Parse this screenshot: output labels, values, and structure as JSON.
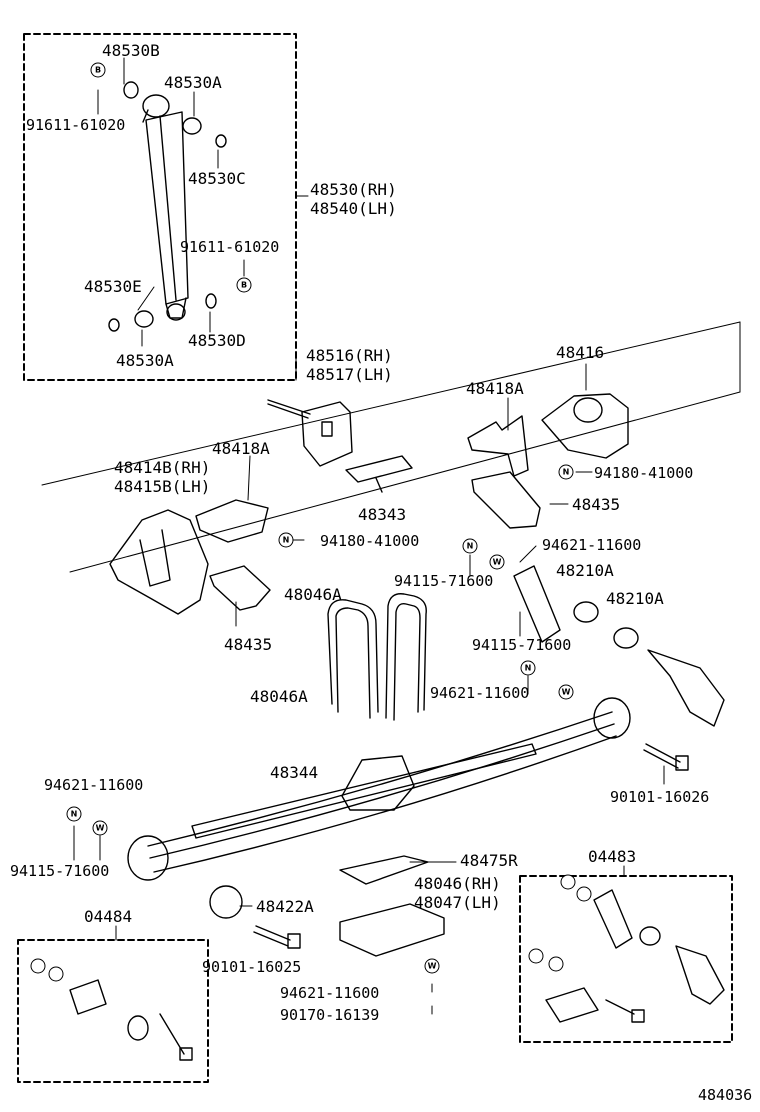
{
  "diagram_id": "484036",
  "symbols": {
    "bolt": "B",
    "nut": "N",
    "washer": "W"
  },
  "labels": {
    "p48530B": "48530B",
    "p48530A_top": "48530A",
    "p91611_left": "91611-61020",
    "p48530C": "48530C",
    "p48530_rh": "48530(RH)",
    "p48540_lh": "48540(LH)",
    "p91611_right": "91611-61020",
    "p48530E": "48530E",
    "p48530D": "48530D",
    "p48530A_bottom": "48530A",
    "p48516_rh": "48516(RH)",
    "p48517_lh": "48517(LH)",
    "p48416": "48416",
    "p48418A_right": "48418A",
    "p94180_right": "94180-41000",
    "p48418A_left": "48418A",
    "p48414B_rh": "48414B(RH)",
    "p48415B_lh": "48415B(LH)",
    "p48343": "48343",
    "p48435_right": "48435",
    "p94180_left": "94180-41000",
    "p94621_top": "94621-11600",
    "p94115_top": "94115-71600",
    "p48210A_1": "48210A",
    "p48046A_top": "48046A",
    "p48210A_2": "48210A",
    "p48435_left": "48435",
    "p94115_mid": "94115-71600",
    "p48046A_left": "48046A",
    "p94621_mid": "94621-11600",
    "p48344": "48344",
    "p90101_16026": "90101-16026",
    "p94621_left": "94621-11600",
    "p94115_left": "94115-71600",
    "p48475R": "48475R",
    "p04483": "04483",
    "p48046_rh": "48046(RH)",
    "p48047_lh": "48047(LH)",
    "p48422A": "48422A",
    "p04484": "04484",
    "p90101_16025": "90101-16025",
    "p94621_bottom": "94621-11600",
    "p90170_16139": "90170-16139"
  }
}
